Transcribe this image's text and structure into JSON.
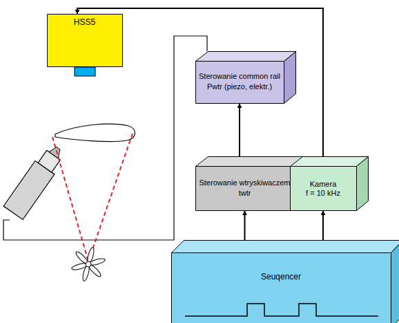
{
  "diagram": {
    "nodes": [
      {
        "text": [
          "HSS5"
        ]
      },
      {
        "text": [
          "Sterowanie common rail",
          "Pwtr (piezo, elektr.)"
        ]
      },
      {
        "text": [
          "Sterowanie wtryskiwaczem",
          "twtr"
        ]
      },
      {
        "text": [
          "Kamera",
          "f = 10 kHz"
        ]
      },
      {
        "text": [
          "Seuqencer"
        ]
      }
    ],
    "edges": [
      {
        "from": 4,
        "to": 2,
        "arrow": "to"
      },
      {
        "from": 2,
        "to": 1,
        "arrow": "to"
      },
      {
        "from": 4,
        "to": 3,
        "arrow": "to"
      },
      {
        "from": 3,
        "to": 0,
        "arrow": "to"
      }
    ]
  }
}
